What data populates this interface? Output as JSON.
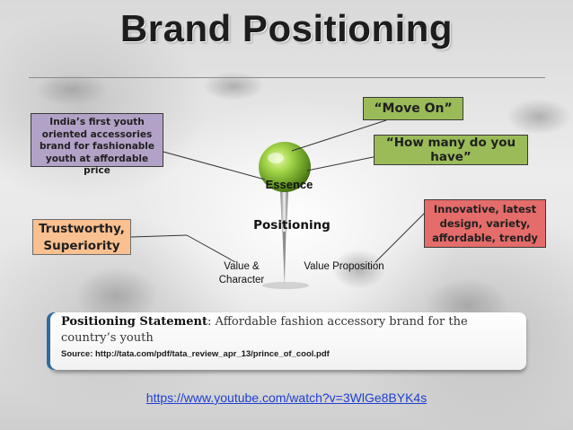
{
  "title": "Brand Positioning",
  "boxes": {
    "india": "India’s first youth oriented accessories brand for fashionable youth at affordable price",
    "move_on": "“Move On”",
    "how_many": "“How many do you have”",
    "trust": "Trustworthy, Superiority",
    "innovative": "Innovative, latest design, variety, affordable, trendy"
  },
  "labels": {
    "essence": "Essence",
    "positioning": "Positioning",
    "value_character": "Value & Character",
    "value_proposition": "Value Proposition"
  },
  "statement": {
    "heading": "Positioning Statement",
    "text": ": Affordable fashion accessory brand for the country’s youth",
    "source": "Source: http://tata.com/pdf/tata_review_apr_13/prince_of_cool.pdf"
  },
  "link": "https://www.youtube.com/watch?v=3WlGe8BYK4s",
  "colors": {
    "purple_box": "#b2a2c7",
    "green_box": "#9bbb59",
    "peach_box": "#fac090",
    "red_box": "#e46c6a",
    "pin_green": "#8fc63f",
    "link_blue": "#1f3fd0"
  },
  "icons": {
    "pin": "green-push-pin-icon"
  }
}
